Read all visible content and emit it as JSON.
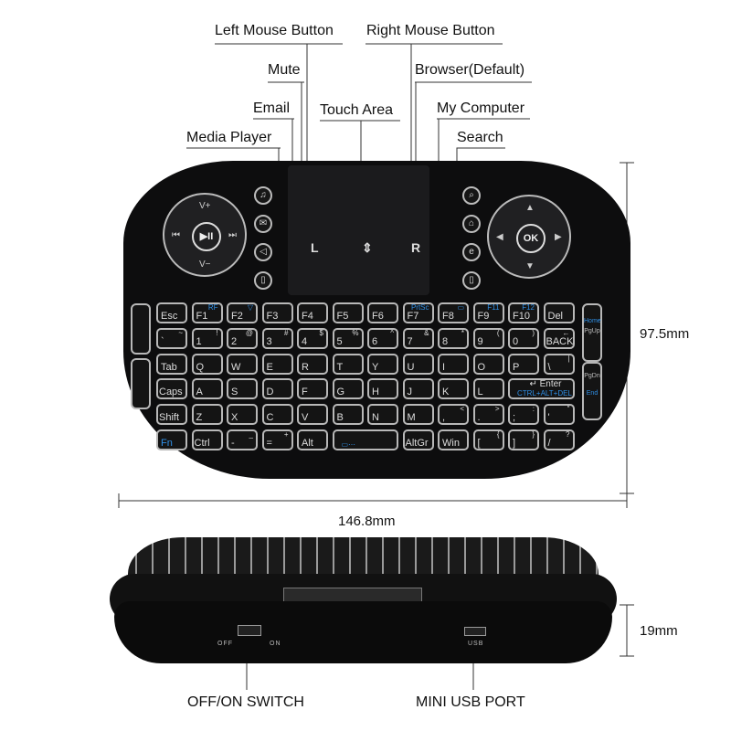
{
  "callouts": {
    "left_mouse": "Left Mouse Button",
    "right_mouse": "Right Mouse Button",
    "mute": "Mute",
    "browser": "Browser(Default)",
    "email": "Email",
    "touch_area": "Touch Area",
    "my_computer": "My Computer",
    "media_player": "Media Player",
    "search": "Search",
    "switch": "OFF/ON SWITCH",
    "usb": "MINI USB PORT"
  },
  "dimensions": {
    "height": "97.5mm",
    "width": "146.8mm",
    "depth": "19mm"
  },
  "left_pad": {
    "center": "▶II",
    "up": "V+",
    "down": "V−",
    "left": "⏮",
    "right": "⏭"
  },
  "right_pad": {
    "center": "OK",
    "up": "▲",
    "down": "▼",
    "left": "◀",
    "right": "▶"
  },
  "touch_letters": {
    "left": "L",
    "middle": "⇕",
    "right": "R"
  },
  "side_keys": {
    "right_top": [
      "Home",
      "PgUp"
    ],
    "right_bottom": [
      "PgDn",
      "End"
    ]
  },
  "switch_labels": {
    "off": "OFF",
    "on": "ON",
    "usb": "USB"
  },
  "keys": [
    [
      {
        "m": "Esc"
      },
      {
        "m": "F1",
        "s": "RF",
        "b": 1
      },
      {
        "m": "F2",
        "s": "▽",
        "b": 1
      },
      {
        "m": "F3"
      },
      {
        "m": "F4"
      },
      {
        "m": "F5"
      },
      {
        "m": "F6"
      },
      {
        "m": "F7",
        "s": "PrtSc",
        "b": 1
      },
      {
        "m": "F8",
        "s": "▭",
        "b": 1
      },
      {
        "m": "F9",
        "s": "F11",
        "b": 1
      },
      {
        "m": "F10",
        "s": "F12",
        "b": 1
      },
      {
        "m": "Del"
      }
    ],
    [
      {
        "m": "`",
        "s": "~"
      },
      {
        "m": "1",
        "s": "!"
      },
      {
        "m": "2",
        "s": "@"
      },
      {
        "m": "3",
        "s": "#"
      },
      {
        "m": "4",
        "s": "$"
      },
      {
        "m": "5",
        "s": "%"
      },
      {
        "m": "6",
        "s": "^"
      },
      {
        "m": "7",
        "s": "&"
      },
      {
        "m": "8",
        "s": "*"
      },
      {
        "m": "9",
        "s": "("
      },
      {
        "m": "0",
        "s": ")"
      },
      {
        "m": "BACK",
        "s": "←"
      }
    ],
    [
      {
        "m": "Tab"
      },
      {
        "m": "Q"
      },
      {
        "m": "W"
      },
      {
        "m": "E"
      },
      {
        "m": "R"
      },
      {
        "m": "T"
      },
      {
        "m": "Y"
      },
      {
        "m": "U"
      },
      {
        "m": "I"
      },
      {
        "m": "O"
      },
      {
        "m": "P"
      },
      {
        "m": "\\",
        "s": "|"
      }
    ],
    [
      {
        "m": "Caps"
      },
      {
        "m": "A"
      },
      {
        "m": "S"
      },
      {
        "m": "D"
      },
      {
        "m": "F"
      },
      {
        "m": "G"
      },
      {
        "m": "H"
      },
      {
        "m": "J"
      },
      {
        "m": "K"
      },
      {
        "m": "L"
      },
      {
        "m": "CTRL+ALT+DEL",
        "s": "↵ Enter",
        "w": 2,
        "bm": 1
      }
    ],
    [
      {
        "m": "Shift"
      },
      {
        "m": "Z"
      },
      {
        "m": "X"
      },
      {
        "m": "C"
      },
      {
        "m": "V"
      },
      {
        "m": "B"
      },
      {
        "m": "N"
      },
      {
        "m": "M"
      },
      {
        "m": ",",
        "s": "<"
      },
      {
        "m": ".",
        "s": ">"
      },
      {
        "m": ";",
        "s": ":"
      },
      {
        "m": "'",
        "s": "\""
      }
    ],
    [
      {
        "m": "Fn",
        "fn": 1
      },
      {
        "m": "Ctrl"
      },
      {
        "m": "-",
        "s": "_"
      },
      {
        "m": "=",
        "s": "+"
      },
      {
        "m": "Alt"
      },
      {
        "m": "▭⋯",
        "w": 2,
        "bm": 1
      },
      {
        "m": "AltGr"
      },
      {
        "m": "Win"
      },
      {
        "m": "[",
        "s": "{"
      },
      {
        "m": "]",
        "s": "}"
      },
      {
        "m": "/",
        "s": "?"
      }
    ]
  ]
}
